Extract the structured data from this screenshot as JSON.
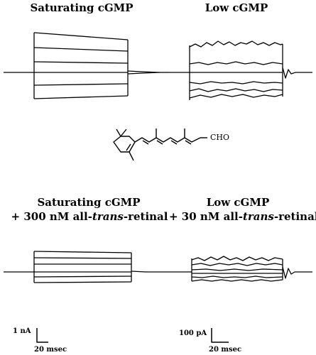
{
  "panels": {
    "top_left_title": "Saturating cGMP",
    "top_right_title": "Low cGMP",
    "bottom_left_line1": "Saturating cGMP",
    "bottom_left_line2_pre": "+ 300 nM all-",
    "bottom_left_line2_em": "trans",
    "bottom_left_line2_post": "-retinal",
    "bottom_right_line1": "Low cGMP",
    "bottom_right_line2_pre": "+ 30 nM all-",
    "bottom_right_line2_em": "trans",
    "bottom_right_line2_post": "-retinal"
  },
  "molecule": {
    "group_label": "CHO"
  },
  "scale_bars": {
    "left_current": "1 nA",
    "left_time": "20 msec",
    "right_current": "100 pA",
    "right_time": "20 msec"
  }
}
